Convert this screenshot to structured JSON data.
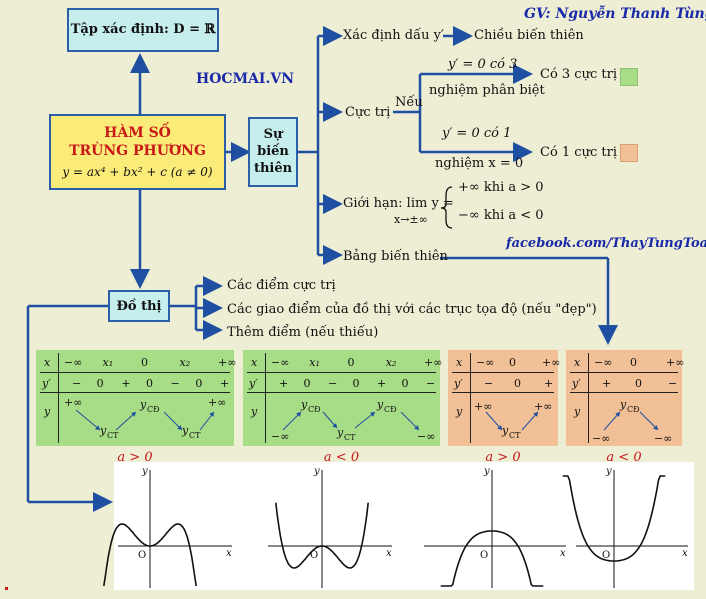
{
  "header": {
    "author": "GV: Nguyễn Thanh Tùng",
    "site": "HOCMAI.VN",
    "facebook": "facebook.com/ThayTungToan"
  },
  "domain_box": {
    "label": "Tập xác định: D = ℝ"
  },
  "main_box": {
    "line1": "HÀM SỐ",
    "line2": "TRÙNG PHƯƠNG",
    "formula": "y = ax⁴ + bx² + c  (a ≠ 0)"
  },
  "variation_box": {
    "line1": "Sự",
    "line2": "biến",
    "line3": "thiên"
  },
  "variation_items": {
    "sign": "Xác định dấu y′",
    "monotonic": "Chiều biến thiên",
    "extrema": "Cực trị",
    "if_word": "Nếu",
    "case3_top": "y′ = 0 có 3",
    "case3_bottom": "nghiệm phân biệt",
    "case3_result": "Có 3 cực trị",
    "case1_top": "y′ = 0 có 1",
    "case1_bottom": "nghiệm x = 0",
    "case1_result": "Có 1 cực trị",
    "limit": "Giới hạn: lim y =",
    "limit_sub": "x→±∞",
    "limit_pos": "+∞ khi a > 0",
    "limit_neg": "−∞ khi a < 0",
    "table": "Bảng biến thiên"
  },
  "graph_box": {
    "label": "Đồ thị"
  },
  "graph_items": {
    "item1": "Các điểm cực trị",
    "item2": "Các giao điểm của đồ thị với các trục tọa độ (nếu \"đẹp\")",
    "item3": "Thêm điểm (nếu thiếu)"
  },
  "colors": {
    "green": "#a8dd88",
    "orange": "#f2c096",
    "arrow": "#1e4fa0",
    "frame": "#2b5fa8",
    "yellow": "#fbec7a"
  },
  "tables": [
    {
      "x": [
        "x",
        "−∞",
        "x₁",
        "0",
        "x₂",
        "+∞"
      ],
      "yp": [
        "y′",
        "−",
        "0",
        "+",
        "0",
        "−",
        "0",
        "+"
      ],
      "y": [
        "y",
        "+∞",
        "y",
        "CĐ",
        "+∞",
        "y",
        "CT",
        "y",
        "CT"
      ],
      "cond": "a > 0"
    },
    {
      "x": [
        "x",
        "−∞",
        "x₁",
        "0",
        "x₂",
        "+∞"
      ],
      "yp": [
        "y′",
        "+",
        "0",
        "−",
        "0",
        "+",
        "0",
        "−"
      ],
      "y": [
        "y",
        "y",
        "CĐ",
        "y",
        "CĐ",
        "−∞",
        "y",
        "CT",
        "−∞"
      ],
      "cond": "a < 0"
    },
    {
      "x": [
        "x",
        "−∞",
        "0",
        "+∞"
      ],
      "yp": [
        "y′",
        "−",
        "0",
        "+"
      ],
      "y": [
        "y",
        "+∞",
        "+∞",
        "y",
        "CT"
      ],
      "cond": "a > 0"
    },
    {
      "x": [
        "x",
        "−∞",
        "0",
        "+∞"
      ],
      "yp": [
        "y′",
        "+",
        "0",
        "−"
      ],
      "y": [
        "y",
        "y",
        "CĐ",
        "−∞",
        "−∞"
      ],
      "cond": "a < 0"
    }
  ],
  "graphs": {
    "y": "y",
    "x": "x",
    "o": "O"
  }
}
